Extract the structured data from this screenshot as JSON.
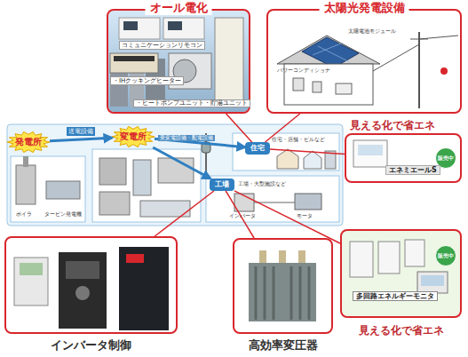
{
  "diagram": {
    "nodes": [
      {
        "text": [
          "オール電化"
        ]
      },
      {
        "text": [
          "コミュニケーションリモコン"
        ],
        "in": 0
      },
      {
        "text": [
          "・IHクッキングヒーター"
        ],
        "in": 0
      },
      {
        "text": [
          "・ヒートポンプユニット・貯湯ユニット"
        ],
        "in": 0
      },
      {
        "text": [
          "太陽光発電設備"
        ]
      },
      {
        "text": [
          "見える化で省エネ",
          "エネミエールS"
        ]
      },
      {
        "text": [
          "販売中"
        ],
        "in": 5
      },
      {
        "text": [
          "インバータ制御"
        ]
      },
      {
        "text": [
          "高効率変圧器"
        ]
      },
      {
        "text": [
          "見える化で省エネ",
          "多回路エネルギーモニタ"
        ]
      },
      {
        "text": [
          "販売中"
        ],
        "in": 9
      },
      {
        "text": [
          "発電所"
        ]
      },
      {
        "text": [
          "変電所"
        ]
      },
      {
        "text": [
          "住宅"
        ]
      },
      {
        "text": [
          "工場"
        ]
      }
    ],
    "edges": [
      {
        "from": 11,
        "to": 12,
        "arrow": "to",
        "label": "送電設備"
      },
      {
        "from": 12,
        "to": 13,
        "arrow": "to"
      },
      {
        "from": 12,
        "to": 14,
        "arrow": "to"
      },
      {
        "from": 0,
        "to": 13,
        "arrow": "none"
      },
      {
        "from": 4,
        "to": 13,
        "arrow": "none"
      },
      {
        "from": 5,
        "to": 13,
        "arrow": "none"
      },
      {
        "from": 7,
        "to": 14,
        "arrow": "none"
      },
      {
        "from": 8,
        "to": 14,
        "arrow": "none"
      },
      {
        "from": 9,
        "to": 14,
        "arrow": "none"
      }
    ],
    "labels": [
      "太陽電池モジュール",
      "パワーコンディショナ",
      "受変電設備・配電設備",
      "住宅・店舗・ビルなど",
      "工場・大型施設など",
      "インバータ",
      "モータ",
      "ボイラ",
      "タービン発電機"
    ]
  }
}
